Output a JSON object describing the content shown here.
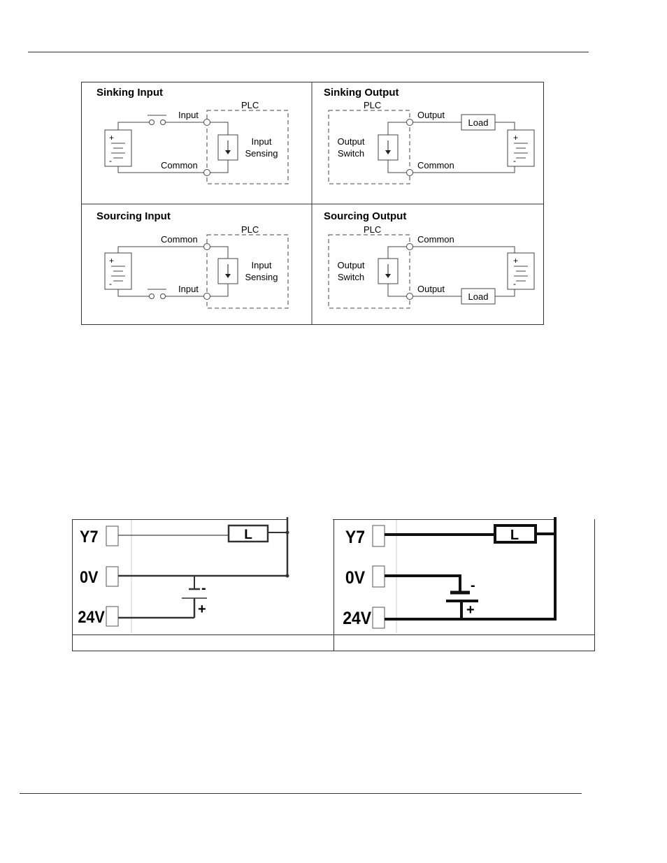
{
  "panels": {
    "sinking_input": {
      "title": "Sinking Input",
      "plc": "PLC",
      "terminal_top": "Input",
      "terminal_bottom": "Common",
      "block_line1": "Input",
      "block_line2": "Sensing",
      "plus": "+",
      "minus": "-"
    },
    "sinking_output": {
      "title": "Sinking Output",
      "plc": "PLC",
      "terminal_top": "Output",
      "terminal_bottom": "Common",
      "block_line1": "Output",
      "block_line2": "Switch",
      "load": "Load",
      "plus": "+",
      "minus": "-"
    },
    "sourcing_input": {
      "title": "Sourcing Input",
      "plc": "PLC",
      "terminal_top": "Common",
      "terminal_bottom": "Input",
      "block_line1": "Input",
      "block_line2": "Sensing",
      "plus": "+",
      "minus": "-"
    },
    "sourcing_output": {
      "title": "Sourcing Output",
      "plc": "PLC",
      "terminal_top": "Common",
      "terminal_bottom": "Output",
      "block_line1": "Output",
      "block_line2": "Switch",
      "load": "Load",
      "plus": "+",
      "minus": "-"
    }
  },
  "wiring": {
    "left": {
      "y7": "Y7",
      "zero_v": "0V",
      "v24": "24V",
      "load": "L",
      "minus": "-",
      "plus": "+"
    },
    "right": {
      "y7": "Y7",
      "zero_v": "0V",
      "v24": "24V",
      "load": "L",
      "minus": "-",
      "plus": "+"
    }
  }
}
